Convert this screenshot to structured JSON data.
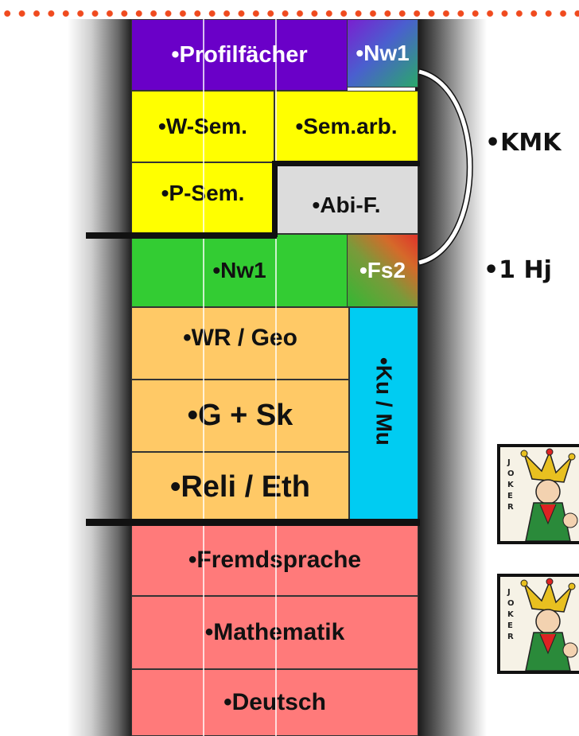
{
  "stack": {
    "profil": "•Profilfächer",
    "nw1_top": "•Nw1",
    "wsem": "•W-Sem.",
    "semarb": "•Sem.arb.",
    "psem": "•P-Sem.",
    "abif": "•Abi-F.",
    "nw1": "•Nw1",
    "fs2": "•Fs2",
    "wrgeo": "•WR / Geo",
    "gsk": "•G + Sk",
    "reli": "•Reli / Eth",
    "kumu": "•Ku / Mu",
    "fremd": "•Fremdsprache",
    "mathe": "•Mathematik",
    "deutsch": "•Deutsch"
  },
  "side": {
    "kmk": "•KMK",
    "hj": "•1 Hj"
  },
  "cards": {
    "letters": "JOKER"
  },
  "colors": {
    "purple": "#6a00c8",
    "yellow": "#ffff00",
    "grey": "#dcdcdc",
    "green": "#33cc33",
    "orange": "#ffc966",
    "cyan": "#00ccf2",
    "pink": "#ff7a7a",
    "dots": "#f04a1e"
  }
}
